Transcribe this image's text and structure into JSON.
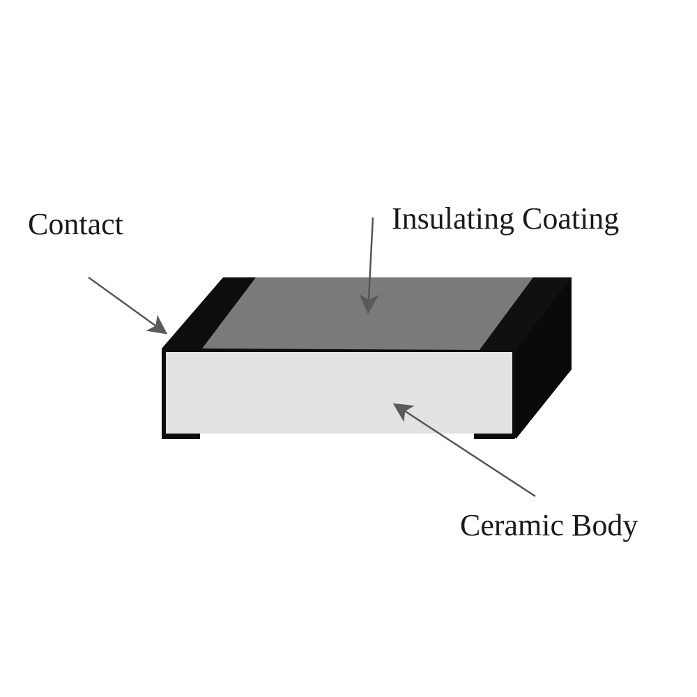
{
  "labels": {
    "contact": "Contact",
    "insulating_coating": "Insulating Coating",
    "ceramic_body": "Ceramic Body"
  },
  "colors": {
    "contact": "#0d0d0d",
    "insulating_coating": "#7a7a7a",
    "ceramic_body": "#e2e2e2",
    "arrow": "#555555"
  }
}
